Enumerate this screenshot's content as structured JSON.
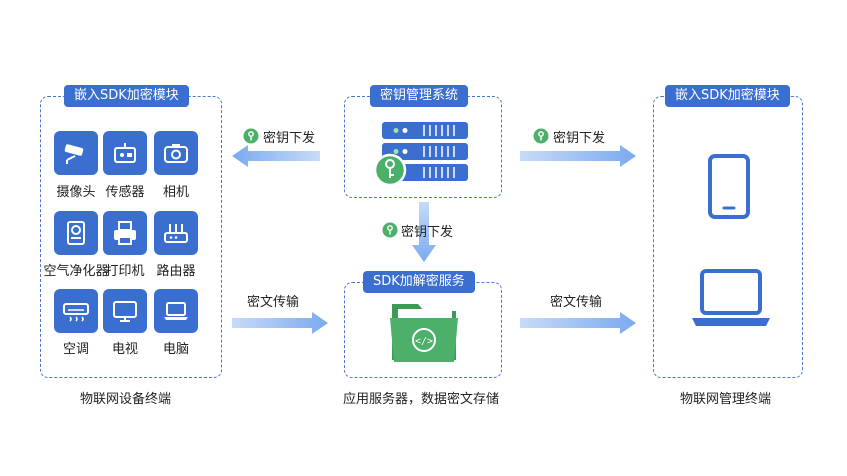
{
  "left_panel": {
    "title": "嵌入SDK加密模块",
    "devices": [
      {
        "label": "摄像头",
        "icon": "camera-cctv-icon"
      },
      {
        "label": "传感器",
        "icon": "sensor-icon"
      },
      {
        "label": "相机",
        "icon": "camera-icon"
      },
      {
        "label": "空气净化器",
        "icon": "air-purifier-icon"
      },
      {
        "label": "打印机",
        "icon": "printer-icon"
      },
      {
        "label": "路由器",
        "icon": "router-icon"
      },
      {
        "label": "空调",
        "icon": "air-conditioner-icon"
      },
      {
        "label": "电视",
        "icon": "tv-icon"
      },
      {
        "label": "电脑",
        "icon": "laptop-icon"
      }
    ],
    "caption": "物联网设备终端"
  },
  "key_system": {
    "title": "密钥管理系统"
  },
  "sdk_service": {
    "title": "SDK加解密服务",
    "caption": "应用服务器，数据密文存储"
  },
  "right_panel": {
    "title": "嵌入SDK加密模块",
    "caption": "物联网管理终端"
  },
  "arrows": {
    "key_left": "密钥下发",
    "key_right": "密钥下发",
    "key_down": "密钥下发",
    "cipher_left": "密文传输",
    "cipher_right": "密文传输"
  },
  "colors": {
    "accent": "#3a6fd0",
    "green": "#4caf6a",
    "arrow": "#7aaaf0"
  }
}
